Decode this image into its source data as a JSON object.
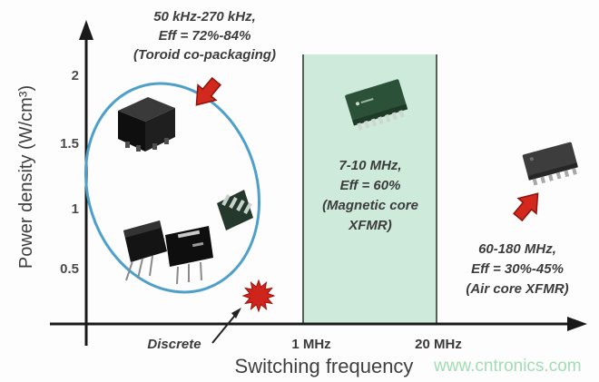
{
  "page": {
    "watermark": "www.cntronics.com"
  },
  "axes": {
    "y_label": "Power density (W/cm³)",
    "y_ticks": [
      "2",
      "1.5",
      "1",
      "0.5"
    ],
    "x_label": "Switching frequency",
    "x_tick_1mhz": "1 MHz",
    "x_tick_20mhz": "20 MHz"
  },
  "annotations": {
    "toroid_line1": "50 kHz-270 kHz,",
    "toroid_line2": "Eff = 72%-84%",
    "toroid_line3": "(Toroid co-packaging)",
    "magnetic_line1": "7-10 MHz,",
    "magnetic_line2": "Eff = 60%",
    "magnetic_line3": "(Magnetic core",
    "magnetic_line4": "XFMR)",
    "air_line1": "60-180 MHz,",
    "air_line2": "Eff = 30%-45%",
    "air_line3": "(Air core XFMR)",
    "discrete_label": "Discrete"
  },
  "colors": {
    "band_fill": "#cdeada",
    "band_border": "#566156",
    "ellipse_stroke": "#4e9fca",
    "red_accent": "#d2281e",
    "axis_color": "#1a1a1a",
    "text_color": "#3c3c3c",
    "watermark_green": "#a0ddb2"
  },
  "chart_data": {
    "type": "scatter",
    "title": "",
    "xlabel": "Switching frequency",
    "ylabel": "Power density (W/cm³)",
    "x_tick_labels": [
      "1 MHz",
      "20 MHz"
    ],
    "y_ticks": [
      0.5,
      1,
      1.5,
      2
    ],
    "ylim": [
      0,
      2.3
    ],
    "grid": false,
    "highlight_band": {
      "x_from": "1 MHz",
      "x_to": "20 MHz",
      "fill": "#cdeada",
      "label": "7-10 MHz, Eff = 60% (Magnetic core XFMR)"
    },
    "regions": [
      {
        "technology": "Discrete (Toroid co-packaging)",
        "frequency_range": "50 kHz-270 kHz",
        "efficiency": "72%-84%",
        "power_density_W_per_cm3": [
          0.6,
          1.9
        ],
        "marker": "cluster of discrete transformer modules circled in blue"
      },
      {
        "technology": "Magnetic core XFMR",
        "frequency_range": "7-10 MHz",
        "efficiency": "60%",
        "power_density_W_per_cm3": [
          1.7,
          1.9
        ],
        "marker": "green SOIC chip inside highlighted band"
      },
      {
        "technology": "Air core XFMR",
        "frequency_range": "60-180 MHz",
        "efficiency": "30%-45%",
        "power_density_W_per_cm3": [
          1.4,
          1.6
        ],
        "marker": "gray SOIC chip at right"
      }
    ]
  }
}
